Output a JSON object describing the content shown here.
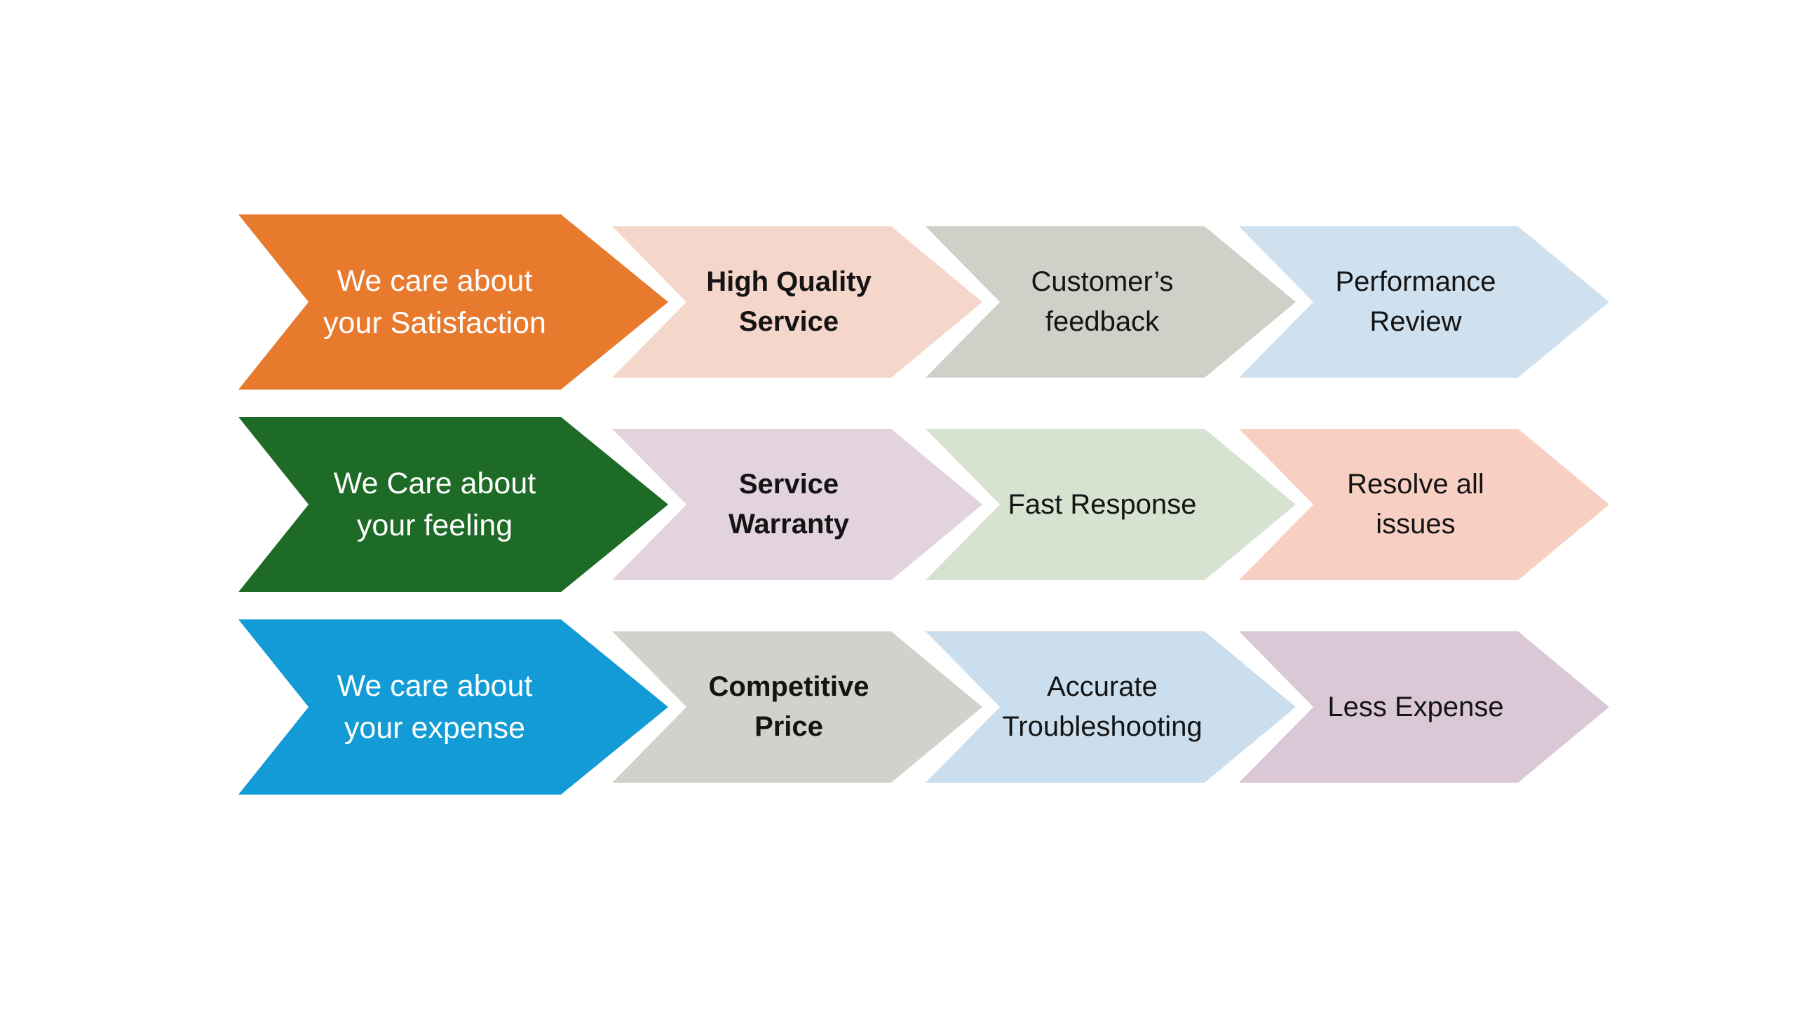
{
  "canvas": {
    "background": "#FFFFFF"
  },
  "diagram": {
    "type": "chevron-process",
    "rows": [
      {
        "lead": {
          "label": "We care about\nyour Satisfaction",
          "fill": "#E87A2E",
          "text_color": "#FFFFFF"
        },
        "steps": [
          {
            "label": "High Quality\nService",
            "fill": "#F5D6CA",
            "text_color": "#141414",
            "bold": true
          },
          {
            "label": "Customer’s\nfeedback",
            "fill": "#CDD1C7",
            "text_color": "#141414",
            "bold": false
          },
          {
            "label": "Performance\nReview",
            "fill": "#CFE0EE",
            "text_color": "#141414",
            "bold": false
          }
        ]
      },
      {
        "lead": {
          "label": "We Care about\nyour feeling",
          "fill": "#1D6B27",
          "text_color": "#FFFFFF"
        },
        "steps": [
          {
            "label": "Service\nWarranty",
            "fill": "#E3D3DE",
            "text_color": "#141414",
            "bold": true
          },
          {
            "label": "Fast Response",
            "fill": "#D6E3D0",
            "text_color": "#141414",
            "bold": false
          },
          {
            "label": "Resolve all\nissues",
            "fill": "#F7CFC3",
            "text_color": "#141414",
            "bold": false
          }
        ]
      },
      {
        "lead": {
          "label": "We care about\nyour expense",
          "fill": "#129BD5",
          "text_color": "#FFFFFF"
        },
        "steps": [
          {
            "label": "Competitive\nPrice",
            "fill": "#D0D3CB",
            "text_color": "#141414",
            "bold": true
          },
          {
            "label": "Accurate\nTroubleshooting",
            "fill": "#CBDEED",
            "text_color": "#141414",
            "bold": false
          },
          {
            "label": "Less Expense",
            "fill": "#DBC8D6",
            "text_color": "#141414",
            "bold": false
          }
        ]
      }
    ]
  }
}
